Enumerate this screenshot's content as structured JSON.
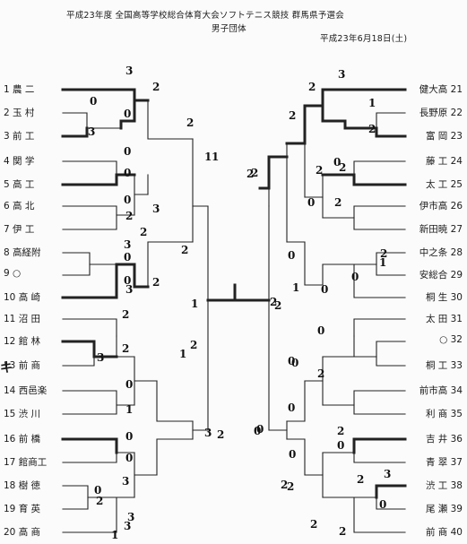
{
  "header": {
    "title": "平成23年度 全国高等学校総合体育大会ソフトテニス競技 群馬県予選会",
    "subtitle": "男子団体",
    "date": "平成23年6月18日(土)"
  },
  "left_teams": [
    {
      "label": "1 農 二"
    },
    {
      "label": "2 玉 村"
    },
    {
      "label": "3 前 工"
    },
    {
      "label": "4 関 学"
    },
    {
      "label": "5 高 工"
    },
    {
      "label": "6 高 北"
    },
    {
      "label": "7 伊 工"
    },
    {
      "label": "8 高経附"
    },
    {
      "label": "9 ○"
    },
    {
      "label": "10 高 崎"
    },
    {
      "label": "11 沼 田"
    },
    {
      "label": "12 館 林"
    },
    {
      "label": "13 前 商"
    },
    {
      "label": "14 西邑楽"
    },
    {
      "label": "15 渋 川"
    },
    {
      "label": "16 前 橋"
    },
    {
      "label": "17 館商工"
    },
    {
      "label": "18 樹 徳"
    },
    {
      "label": "19 育 英"
    },
    {
      "label": "20 高 商"
    }
  ],
  "right_teams": [
    {
      "label": "健大高 21"
    },
    {
      "label": "長野原 22"
    },
    {
      "label": "富 岡 23"
    },
    {
      "label": "藤 工 24"
    },
    {
      "label": "太 工 25"
    },
    {
      "label": "伊市高 26"
    },
    {
      "label": "新田暁 27"
    },
    {
      "label": "中之条 28"
    },
    {
      "label": "安総合 29"
    },
    {
      "label": "桐 生 30"
    },
    {
      "label": "太 田 31"
    },
    {
      "label": "○ 32"
    },
    {
      "label": "桐 工 33"
    },
    {
      "label": "前市高 34"
    },
    {
      "label": "利 商 35"
    },
    {
      "label": "吉 井 36"
    },
    {
      "label": "青 翠 37"
    },
    {
      "label": "渋 工 38"
    },
    {
      "label": "尾 瀬 39"
    },
    {
      "label": "前 商 40"
    }
  ],
  "scores": {
    "l1": "3",
    "l2": "0",
    "l3": "3",
    "l4": "2",
    "l5": "0",
    "l6": "0",
    "l7": "0",
    "l8": "3",
    "l9": "0",
    "l10": "2",
    "l11": "3",
    "l12": "0",
    "l13": "2",
    "l14": "0",
    "l15": "3",
    "l16": "2",
    "l17": "2",
    "l18": "3",
    "l19": "0",
    "l20": "1",
    "l21": "0",
    "l22": "0",
    "l23": "3",
    "l24": "0",
    "l25": "3",
    "l26": "2",
    "l27": "1",
    "l28": "2",
    "l29": "1",
    "l30": "2",
    "l31": "1",
    "l32": "2",
    "l33": "3",
    "l34": "2",
    "l35": "1",
    "l36": "2",
    "l37": "1",
    "l38": "3",
    "r1": "3",
    "r2": "2",
    "r3": "1",
    "r4": "2",
    "r5": "2",
    "r6": "0",
    "r7": "2",
    "r8": "0",
    "r9": "2",
    "r10": "2",
    "r11": "0",
    "r12": "0",
    "r13": "1",
    "r14": "1",
    "r15": "0",
    "r16": "2",
    "r17": "2",
    "r18": "0",
    "r19": "0",
    "r20": "0",
    "r21": "2",
    "r22": "0",
    "r23": "0",
    "r24": "2",
    "r25": "0",
    "r26": "2",
    "r27": "3",
    "r28": "0",
    "r29": "2",
    "r30": "2",
    "r31": "2",
    "r32": "2",
    "r33": "0",
    "c1": "2",
    "c2": "2",
    "c3": "2",
    "c4": "0"
  },
  "marks": {
    "left_margin": "キ"
  }
}
